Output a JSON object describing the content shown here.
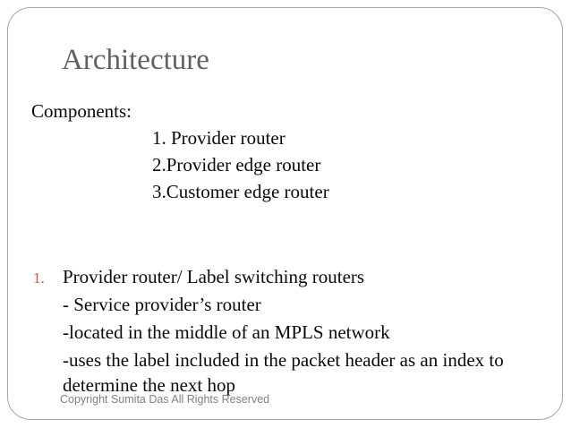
{
  "slide": {
    "title": "Architecture",
    "intro": {
      "heading": "Components:",
      "items": [
        "1. Provider router",
        "2.Provider edge router",
        "3.Customer edge router"
      ]
    },
    "list": {
      "number_label": "1.",
      "lines": [
        "Provider router/ Label switching routers",
        "- Service provider’s router",
        "-located in the middle of an MPLS network",
        "-uses the label included in the packet header as an index to",
        "determine the next hop"
      ]
    },
    "footer": {
      "copyright": "Copyright Sumita Das All Rights Reserved"
    },
    "colors": {
      "title": "#5f5f66",
      "body": "#0a0a0a",
      "list_number": "#c5583a",
      "copyright": "#808080",
      "border": "#a6a6a6"
    }
  }
}
